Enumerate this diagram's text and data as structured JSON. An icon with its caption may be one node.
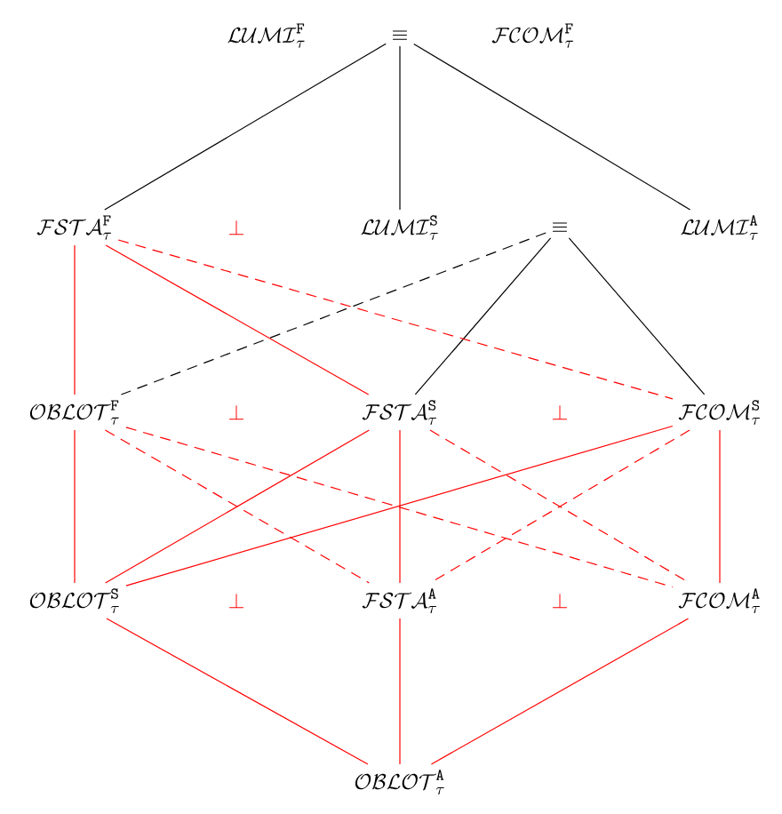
{
  "diagram": {
    "nodes": [
      {
        "text": [
          "\\equiv"
        ]
      },
      {
        "text": [
          "\\mathcal{FSTA}^{\\mathtt{F}}_{\\tau}"
        ]
      },
      {
        "text": [
          "\\mathcal{LUMI}^{\\mathtt{S}}_{\\tau}"
        ]
      },
      {
        "text": [
          "\\equiv"
        ]
      },
      {
        "text": [
          "\\mathcal{LUMI}^{\\mathtt{A}}_{\\tau}"
        ]
      },
      {
        "text": [
          "\\mathcal{OBLOT}^{\\mathtt{F}}_{\\tau}"
        ]
      },
      {
        "text": [
          "\\mathcal{FSTA}^{\\mathtt{S}}_{\\tau}"
        ]
      },
      {
        "text": [
          "\\mathcal{FCOM}^{\\mathtt{S}}_{\\tau}"
        ]
      },
      {
        "text": [
          "\\mathcal{OBLOT}^{\\mathtt{S}}_{\\tau}"
        ]
      },
      {
        "text": [
          "\\mathcal{FSTA}^{\\mathtt{A}}_{\\tau}"
        ]
      },
      {
        "text": [
          "\\mathcal{FCOM}^{\\mathtt{A}}_{\\tau}"
        ]
      },
      {
        "text": [
          "\\mathcal{OBLOT}^{\\mathtt{A}}_{\\tau}"
        ]
      }
    ],
    "edges": [
      {
        "from": 0,
        "to": 1,
        "arrow": "none",
        "color": "#000000"
      },
      {
        "from": 0,
        "to": 2,
        "arrow": "none",
        "color": "#000000"
      },
      {
        "from": 0,
        "to": 4,
        "arrow": "none",
        "color": "#000000"
      },
      {
        "from": 3,
        "to": 6,
        "arrow": "none",
        "color": "#000000"
      },
      {
        "from": 3,
        "to": 7,
        "arrow": "none",
        "color": "#000000"
      },
      {
        "from": 3,
        "to": 5,
        "arrow": "none",
        "color": "#000000",
        "style": "dashed"
      },
      {
        "from": 1,
        "to": 5,
        "arrow": "none"
      },
      {
        "from": 1,
        "to": 6,
        "arrow": "none"
      },
      {
        "from": 1,
        "to": 7,
        "arrow": "none",
        "style": "dashed"
      },
      {
        "from": 5,
        "to": 8,
        "arrow": "none"
      },
      {
        "from": 5,
        "to": 9,
        "arrow": "none",
        "style": "dashed"
      },
      {
        "from": 5,
        "to": 10,
        "arrow": "none",
        "style": "dashed"
      },
      {
        "from": 6,
        "to": 8,
        "arrow": "none"
      },
      {
        "from": 6,
        "to": 9,
        "arrow": "none"
      },
      {
        "from": 6,
        "to": 10,
        "arrow": "none",
        "style": "dashed"
      },
      {
        "from": 7,
        "to": 8,
        "arrow": "none"
      },
      {
        "from": 7,
        "to": 9,
        "arrow": "none",
        "style": "dashed"
      },
      {
        "from": 7,
        "to": 10,
        "arrow": "none"
      },
      {
        "from": 8,
        "to": 11,
        "arrow": "none"
      },
      {
        "from": 9,
        "to": 11,
        "arrow": "none"
      },
      {
        "from": 10,
        "to": 11,
        "arrow": "none"
      }
    ],
    "labels": [
      "\\mathcal{LUMI}^{\\mathtt{F}}_{\\tau}",
      "\\mathcal{FCOM}^{\\mathtt{F}}_{\\tau}",
      "\\bot",
      "\\bot",
      "\\bot",
      "\\bot",
      "\\bot"
    ]
  }
}
